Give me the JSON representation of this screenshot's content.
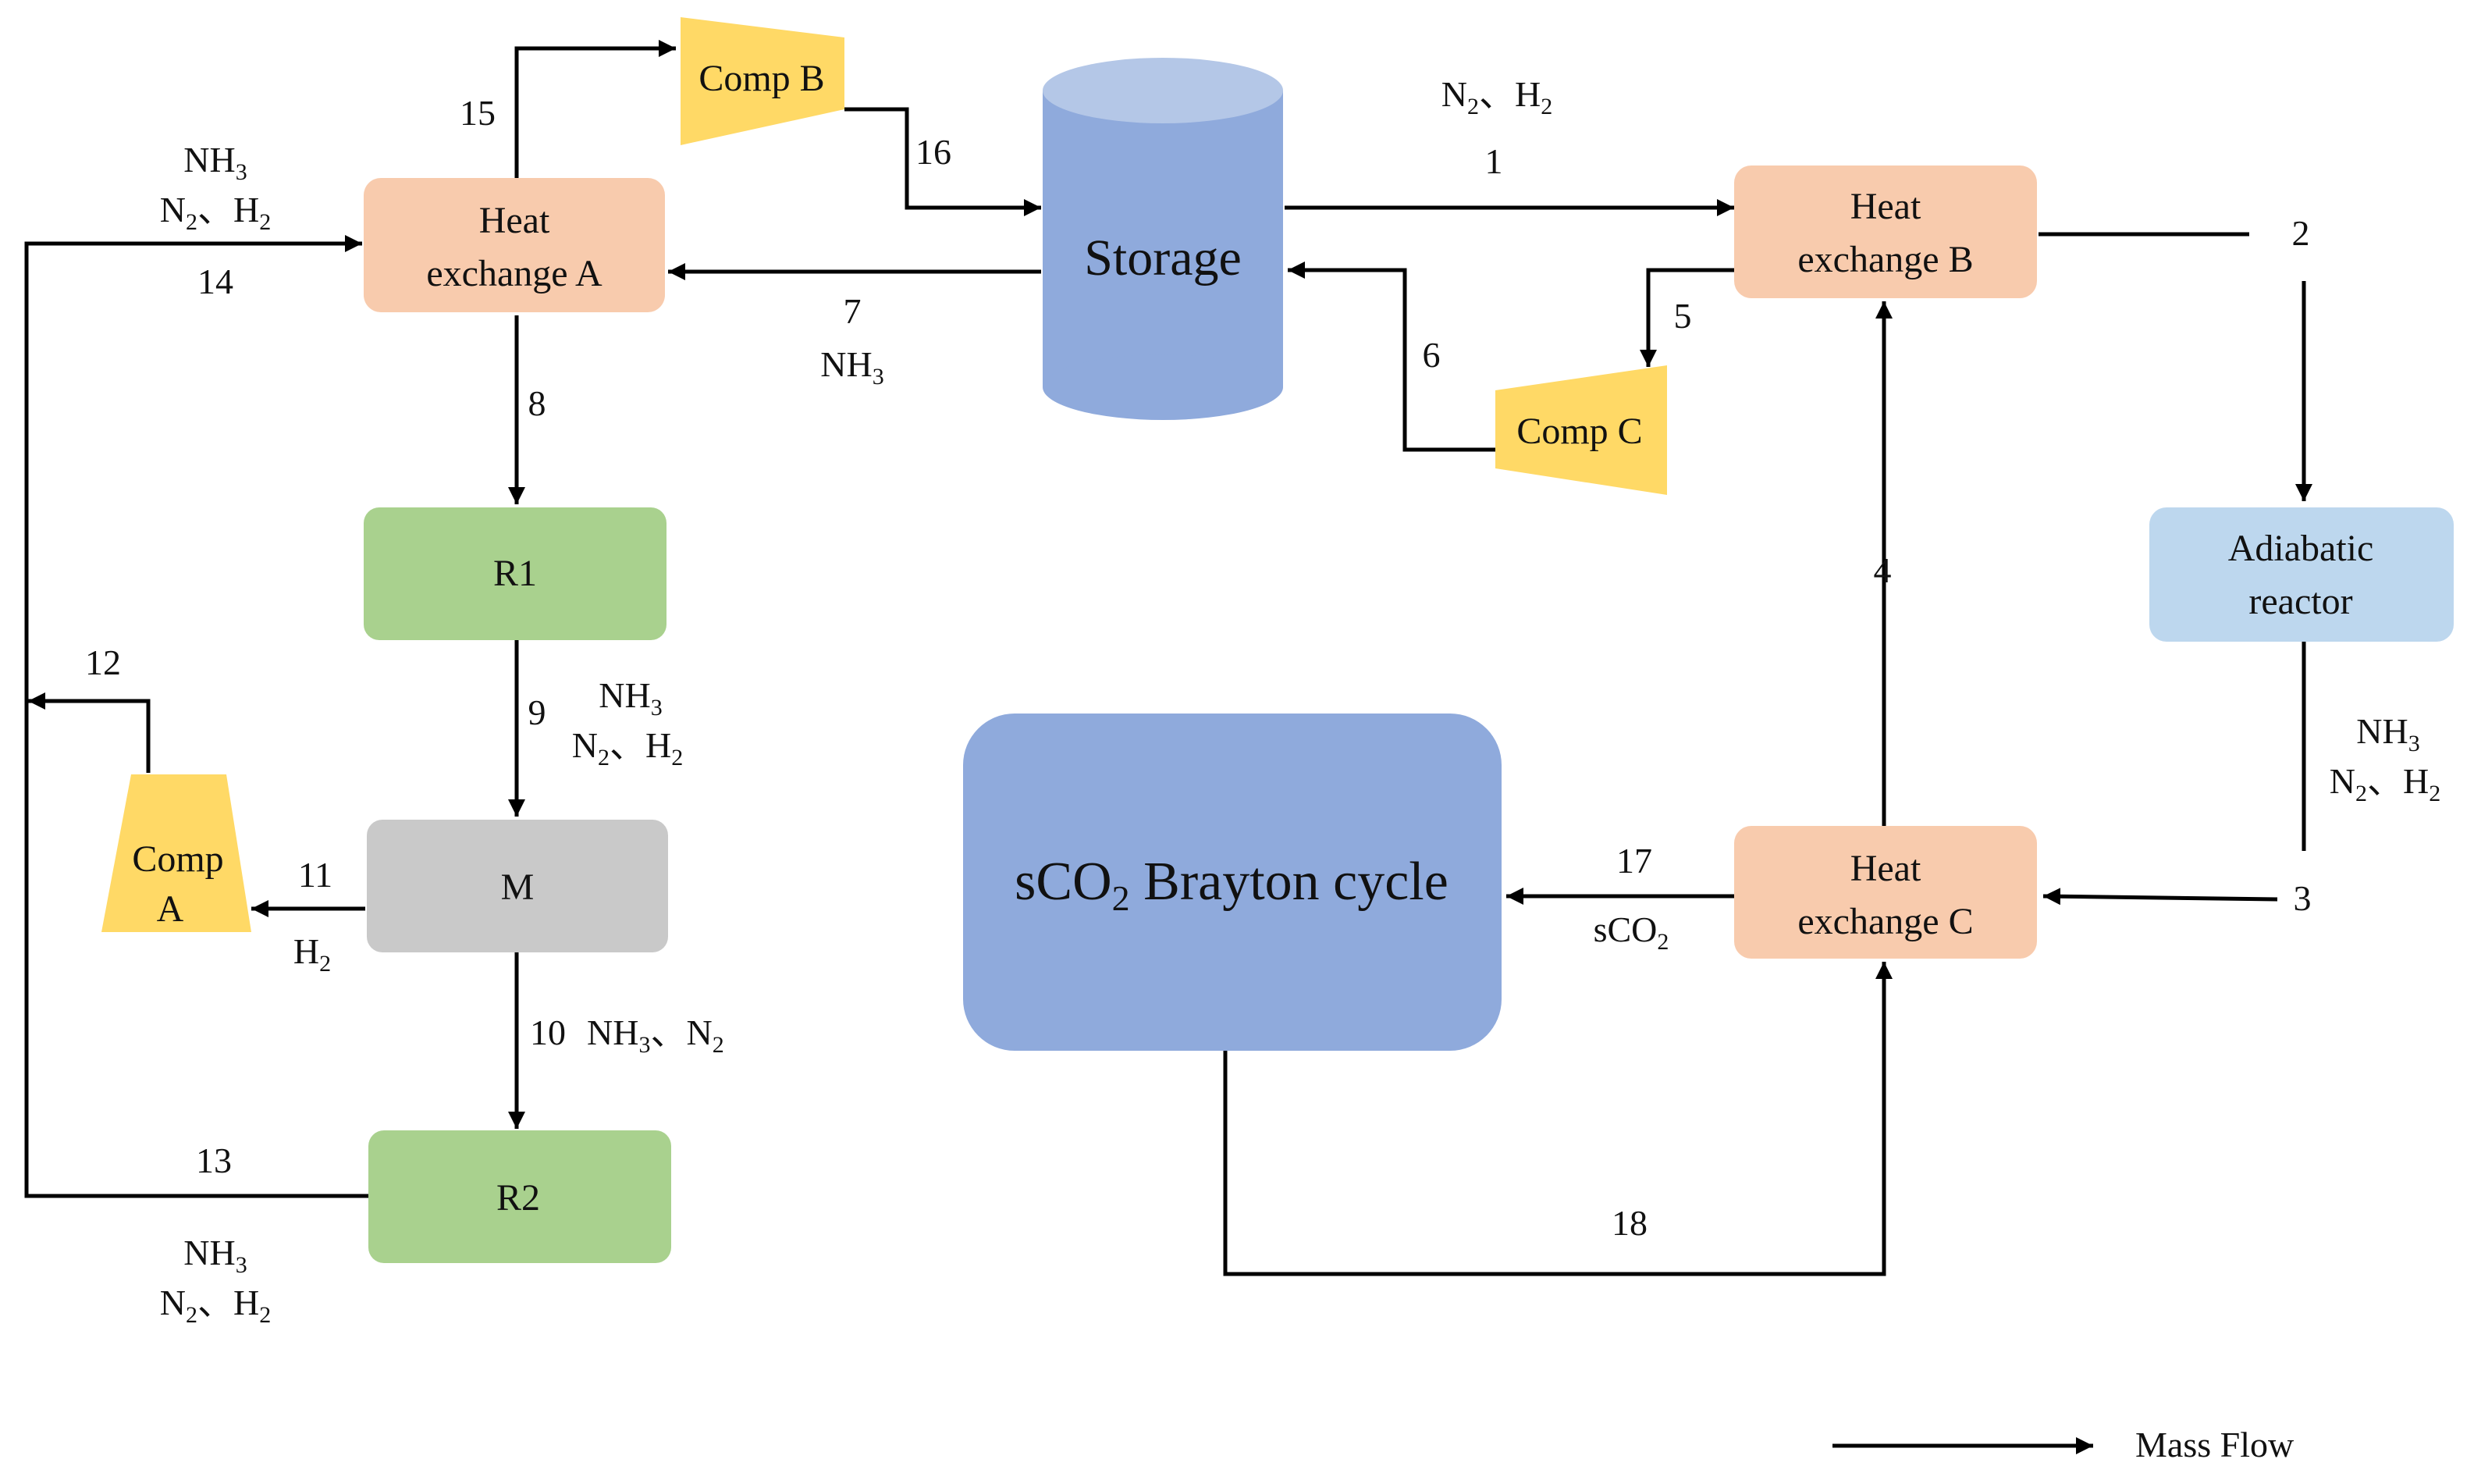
{
  "diagram": {
    "components": {
      "heat_exchange_a": {
        "line1": "Heat",
        "line2": "exchange  A",
        "fill": "#F8CBAD"
      },
      "heat_exchange_b": {
        "line1": "Heat",
        "line2": "exchange  B",
        "fill": "#F8CBAD"
      },
      "heat_exchange_c": {
        "line1": "Heat",
        "line2": "exchange  C",
        "fill": "#F8CBAD"
      },
      "comp_a": {
        "line1": "Comp",
        "line2": "A",
        "fill": "#FFD966"
      },
      "comp_b": {
        "label": "Comp  B",
        "fill": "#FFD966"
      },
      "comp_c": {
        "label": "Comp  C",
        "fill": "#FFD966"
      },
      "storage": {
        "label": "Storage",
        "fill": "#8FAADC"
      },
      "r1": {
        "label": "R1",
        "fill": "#A9D18E"
      },
      "r2": {
        "label": "R2",
        "fill": "#A9D18E"
      },
      "m": {
        "label": "M",
        "fill": "#C9C9C9"
      },
      "adiabatic_reactor": {
        "line1": "Adiabatic",
        "line2": "reactor",
        "fill": "#BDD7EE"
      },
      "sco2_brayton": {
        "pre": "sCO",
        "sub": "2",
        "post": " Brayton cycle",
        "fill": "#8FAADC"
      }
    },
    "stream_numbers": {
      "s1": "1",
      "s2": "2",
      "s3": "3",
      "s4": "4",
      "s5": "5",
      "s6": "6",
      "s7": "7",
      "s8": "8",
      "s9": "9",
      "s10": "10",
      "s11": "11",
      "s12": "12",
      "s13": "13",
      "s14": "14",
      "s15": "15",
      "s16": "16",
      "s17": "17",
      "s18": "18"
    },
    "chem": {
      "n": "N",
      "h": "H",
      "nh": "NH",
      "s": "sCO",
      "sub2": "2",
      "sub3": "3",
      "sep": "、"
    },
    "legend": {
      "label": "Mass Flow"
    }
  }
}
